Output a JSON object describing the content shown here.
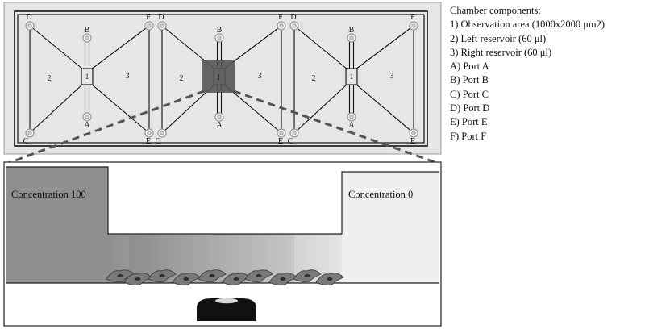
{
  "colors": {
    "chip_bg": "#e6e6e6",
    "high_conc": "#8f8f8f",
    "low_conc": "#efefef",
    "zoom_region": "#555555",
    "cells": "#6f6f6f",
    "objective": "#111111"
  },
  "chip": {
    "chambers": [
      {
        "ports": {
          "top_left": "D",
          "top_mid": "B",
          "top_right": "F",
          "bottom_left": "C",
          "bottom_mid": "A",
          "bottom_right": "E"
        },
        "regions": {
          "left": "2",
          "center": "1",
          "right": "3"
        }
      },
      {
        "ports": {
          "top_left": "D",
          "top_mid": "B",
          "top_right": "F",
          "bottom_left": "C",
          "bottom_mid": "A",
          "bottom_right": "E"
        },
        "regions": {
          "left": "2",
          "center": "1",
          "right": "3"
        }
      },
      {
        "ports": {
          "top_left": "D",
          "top_mid": "B",
          "top_right": "F",
          "bottom_left": "C",
          "bottom_mid": "A",
          "bottom_right": "E"
        },
        "regions": {
          "left": "2",
          "center": "1",
          "right": "3"
        }
      }
    ]
  },
  "zoom": {
    "left_label": "Concentration 100",
    "right_label": "Concentration 0"
  },
  "legend": {
    "title": "Chamber components:",
    "items": [
      "1) Observation area (1000x2000 μm2)",
      "2) Left reservoir (60 μl)",
      "3) Right reservoir (60 μl)",
      "A) Port A",
      "B) Port B",
      "C) Port C",
      "D) Port D",
      "E) Port E",
      "F) Port F"
    ]
  }
}
